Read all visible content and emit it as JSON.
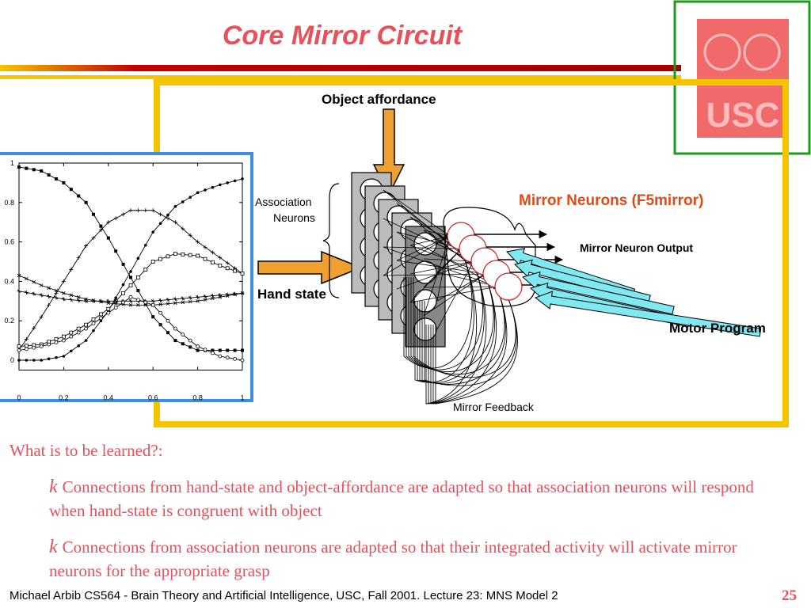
{
  "slide": {
    "title": "Core Mirror Circuit",
    "page_number": "25",
    "footer": "Michael Arbib CS564 - Brain Theory and Artificial Intelligence,  USC, Fall 2001. Lecture 23: MNS Model 2",
    "logo_text": "USC"
  },
  "diagram": {
    "object_affordance": "Object affordance",
    "association_neurons_line1": "Association",
    "association_neurons_line2": "Neurons",
    "hand_state": "Hand state",
    "mirror_neurons": "Mirror Neurons (F5mirror)",
    "mirror_neuron_output": "Mirror Neuron Output",
    "motor_program": "Motor Program",
    "mirror_feedback": "Mirror Feedback"
  },
  "chart_data": {
    "type": "line",
    "x_ticks": [
      "0",
      "0.2",
      "0.4",
      "0.6",
      "0.8",
      "1"
    ],
    "y_ticks": [
      "0",
      "0.2",
      "0.4",
      "0.6",
      "0.8",
      "1"
    ],
    "xlim": [
      0,
      1
    ],
    "ylim": [
      -0.05,
      1.0
    ],
    "grid": false,
    "x": [
      0,
      0.1,
      0.2,
      0.3,
      0.4,
      0.5,
      0.6,
      0.7,
      0.8,
      0.9,
      1.0
    ],
    "series": [
      {
        "marker": "square-filled",
        "values": [
          0.98,
          0.96,
          0.9,
          0.8,
          0.62,
          0.42,
          0.22,
          0.1,
          0.05,
          0.05,
          0.05
        ]
      },
      {
        "marker": "dot",
        "values": [
          0.0,
          0.0,
          0.02,
          0.1,
          0.25,
          0.45,
          0.65,
          0.78,
          0.85,
          0.89,
          0.92
        ]
      },
      {
        "marker": "plus",
        "values": [
          0.05,
          0.22,
          0.4,
          0.58,
          0.7,
          0.76,
          0.76,
          0.7,
          0.6,
          0.52,
          0.44
        ]
      },
      {
        "marker": "open-square",
        "values": [
          0.07,
          0.08,
          0.12,
          0.18,
          0.26,
          0.38,
          0.5,
          0.54,
          0.53,
          0.48,
          0.44
        ]
      },
      {
        "marker": "x",
        "values": [
          0.43,
          0.38,
          0.34,
          0.31,
          0.29,
          0.28,
          0.28,
          0.29,
          0.3,
          0.32,
          0.34
        ]
      },
      {
        "marker": "star",
        "values": [
          0.35,
          0.33,
          0.31,
          0.3,
          0.3,
          0.3,
          0.3,
          0.31,
          0.32,
          0.33,
          0.34
        ]
      },
      {
        "marker": "circle",
        "values": [
          0.05,
          0.07,
          0.1,
          0.16,
          0.24,
          0.32,
          0.28,
          0.16,
          0.07,
          0.02,
          0.0
        ]
      }
    ]
  },
  "body": {
    "question": "What is to be learned?:",
    "bullet_symbol": "k",
    "bullets": [
      "Connections from hand-state and object-affordance are adapted so that association neurons will respond when hand-state is congruent with object",
      "Connections from association neurons are adapted so that their integrated activity will activate mirror neurons for the appropriate grasp"
    ]
  },
  "colors": {
    "title": "#e8505b",
    "body_text": "#e8505b",
    "yellow_frame": "#f5c400",
    "blue_frame": "#3a8fe0",
    "green_frame": "#1f9a1f",
    "arrow_orange": "#f0a030",
    "arrow_cyan": "#7fe8f0",
    "mirror_label": "#e04a1a"
  }
}
